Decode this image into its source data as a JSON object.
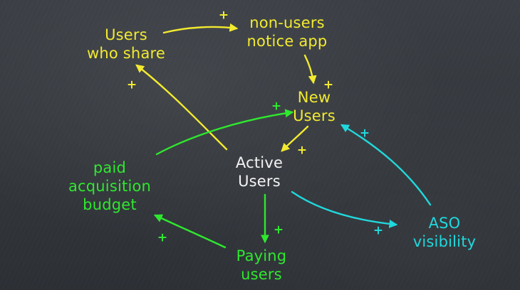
{
  "nodes": {
    "users_who_share": [
      "Users",
      "who share"
    ],
    "non_users_notice": [
      "non-users",
      "notice app"
    ],
    "new_users": [
      "New",
      "Users"
    ],
    "active_users": [
      "Active",
      "Users"
    ],
    "paid_acquisition": [
      "paid",
      "acquisition",
      "budget"
    ],
    "paying_users": [
      "Paying",
      "users"
    ],
    "aso_visibility": [
      "ASO",
      "visibility"
    ]
  },
  "polarity": "+",
  "colors": {
    "yellow": "#f2ea2e",
    "white": "#f3f3f3",
    "green": "#2ee82e",
    "cyan": "#20d8dc",
    "board": "#353a40"
  }
}
